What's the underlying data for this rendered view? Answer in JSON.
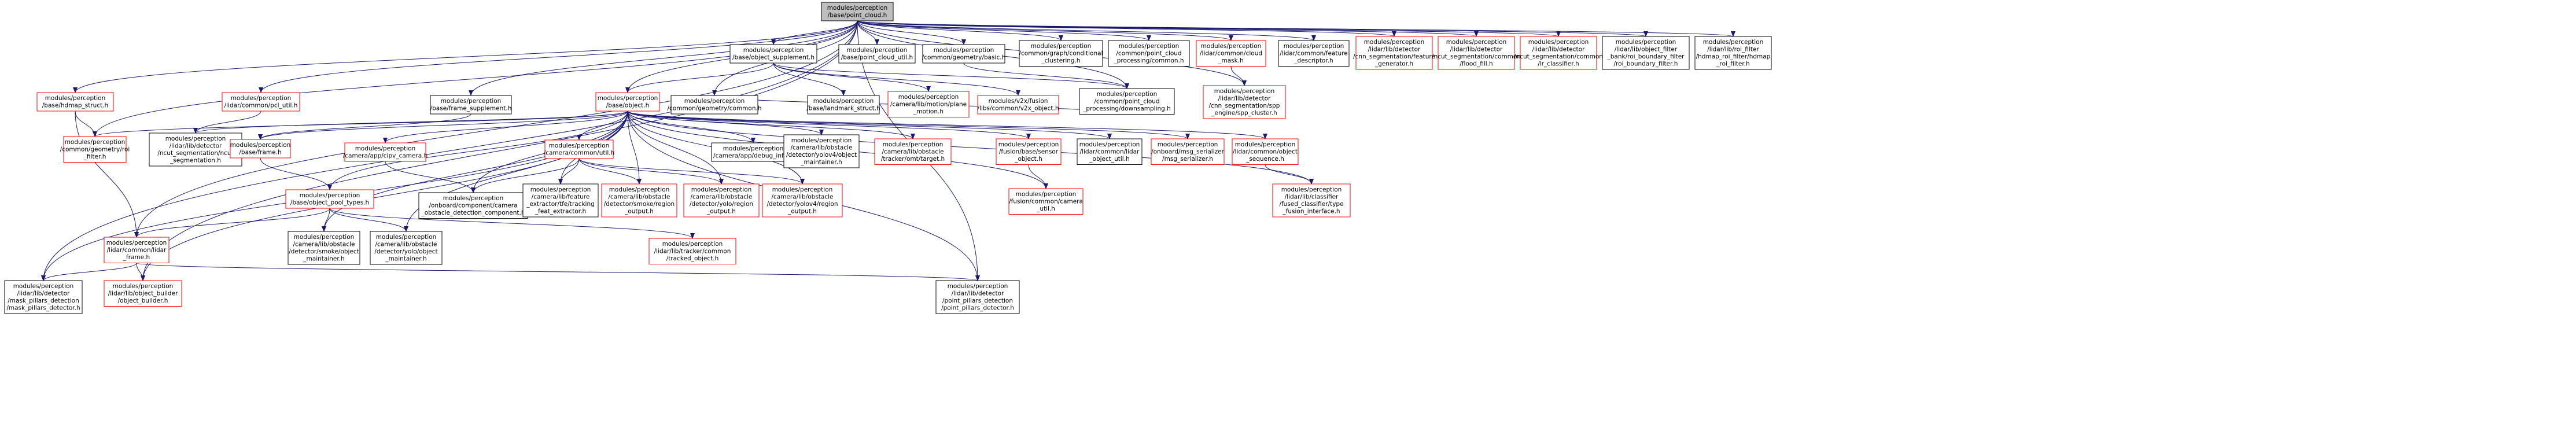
{
  "colors": {
    "edge": "#191970",
    "root_fill": "#bfbfbf",
    "node_fill": "#ffffff",
    "linked_border": "#000000",
    "missing_border": "#ff0000"
  },
  "nodes": [
    {
      "id": "n0",
      "lines": [
        "modules/perception",
        "/base/point_cloud.h"
      ],
      "root": true
    },
    {
      "id": "n1",
      "lines": [
        "modules/perception",
        "/base/object_supplement.h"
      ]
    },
    {
      "id": "n2",
      "lines": [
        "modules/perception",
        "/base/point_cloud_util.h"
      ]
    },
    {
      "id": "n3",
      "lines": [
        "modules/perception",
        "/common/geometry/basic.h"
      ]
    },
    {
      "id": "n4",
      "lines": [
        "modules/perception",
        "/common/graph/conditional",
        "_clustering.h"
      ]
    },
    {
      "id": "n5",
      "lines": [
        "modules/perception",
        "/common/point_cloud",
        "_processing/common.h"
      ]
    },
    {
      "id": "n6",
      "lines": [
        "modules/perception",
        "/lidar/common/cloud",
        "_mask.h"
      ],
      "missing": true
    },
    {
      "id": "n7",
      "lines": [
        "modules/perception",
        "/lidar/common/feature",
        "_descriptor.h"
      ]
    },
    {
      "id": "n8",
      "lines": [
        "modules/perception",
        "/lidar/lib/detector",
        "/cnn_segmentation/feature",
        "_generator.h"
      ],
      "missing": true
    },
    {
      "id": "n9",
      "lines": [
        "modules/perception",
        "/lidar/lib/detector",
        "/ncut_segmentation/common",
        "/flood_fill.h"
      ],
      "missing": true
    },
    {
      "id": "n10",
      "lines": [
        "modules/perception",
        "/lidar/lib/detector",
        "/ncut_segmentation/common",
        "/lr_classifier.h"
      ],
      "missing": true
    },
    {
      "id": "n11",
      "lines": [
        "modules/perception",
        "/lidar/lib/object_filter",
        "_bank/roi_boundary_filter",
        "/roi_boundary_filter.h"
      ]
    },
    {
      "id": "n12",
      "lines": [
        "modules/perception",
        "/lidar/lib/roi_filter",
        "/hdmap_roi_filter/hdmap",
        "_roi_filter.h"
      ]
    },
    {
      "id": "n13",
      "lines": [
        "modules/perception",
        "/base/hdmap_struct.h"
      ],
      "missing": true
    },
    {
      "id": "n14",
      "lines": [
        "modules/perception",
        "/lidar/common/pcl_util.h"
      ],
      "missing": true
    },
    {
      "id": "n15",
      "lines": [
        "modules/perception",
        "/base/frame_supplement.h"
      ]
    },
    {
      "id": "n16",
      "lines": [
        "modules/perception",
        "/base/object.h"
      ],
      "missing": true
    },
    {
      "id": "n17",
      "lines": [
        "modules/perception",
        "/common/geometry/common.h"
      ]
    },
    {
      "id": "n18",
      "lines": [
        "modules/perception",
        "/base/landmark_struct.h"
      ]
    },
    {
      "id": "n19",
      "lines": [
        "modules/perception",
        "/camera/lib/motion/plane",
        "_motion.h"
      ],
      "missing": true
    },
    {
      "id": "n20",
      "lines": [
        "modules/v2x/fusion",
        "/libs/common/v2x_object.h"
      ],
      "missing": true
    },
    {
      "id": "n21",
      "lines": [
        "modules/perception",
        "/common/point_cloud",
        "_processing/downsampling.h"
      ]
    },
    {
      "id": "n22",
      "lines": [
        "modules/perception",
        "/lidar/lib/detector",
        "/cnn_segmentation/spp",
        "_engine/spp_cluster.h"
      ],
      "missing": true
    },
    {
      "id": "n23",
      "lines": [
        "modules/perception",
        "/common/geometry/roi",
        "_filter.h"
      ],
      "missing": true
    },
    {
      "id": "n24",
      "lines": [
        "modules/perception",
        "/lidar/lib/detector",
        "/ncut_segmentation/ncut",
        "_segmentation.h"
      ]
    },
    {
      "id": "n25",
      "lines": [
        "modules/perception",
        "/base/frame.h"
      ],
      "missing": true
    },
    {
      "id": "n26",
      "lines": [
        "modules/perception",
        "/camera/app/cipv_camera.h"
      ],
      "missing": true
    },
    {
      "id": "n27",
      "lines": [
        "modules/perception",
        "/camera/common/util.h"
      ],
      "missing": true
    },
    {
      "id": "n28",
      "lines": [
        "modules/perception",
        "/camera/app/debug_info.h"
      ]
    },
    {
      "id": "n29",
      "lines": [
        "modules/perception",
        "/camera/lib/obstacle",
        "/detector/yolov4/object",
        "_maintainer.h"
      ]
    },
    {
      "id": "n30",
      "lines": [
        "modules/perception",
        "/camera/lib/obstacle",
        "/tracker/omt/target.h"
      ],
      "missing": true
    },
    {
      "id": "n31",
      "lines": [
        "modules/perception",
        "/fusion/base/sensor",
        "_object.h"
      ],
      "missing": true
    },
    {
      "id": "n32",
      "lines": [
        "modules/perception",
        "/lidar/common/lidar",
        "_object_util.h"
      ]
    },
    {
      "id": "n33",
      "lines": [
        "modules/perception",
        "/onboard/msg_serializer",
        "/msg_serializer.h"
      ],
      "missing": true
    },
    {
      "id": "n34",
      "lines": [
        "modules/perception",
        "/lidar/common/object",
        "_sequence.h"
      ],
      "missing": true
    },
    {
      "id": "n35",
      "lines": [
        "modules/perception",
        "/base/object_pool_types.h"
      ],
      "missing": true
    },
    {
      "id": "n36",
      "lines": [
        "modules/perception",
        "/onboard/component/camera",
        "_obstacle_detection_component.h"
      ]
    },
    {
      "id": "n37",
      "lines": [
        "modules/perception",
        "/camera/lib/feature",
        "_extractor/tfe/tracking",
        "_feat_extractor.h"
      ]
    },
    {
      "id": "n38",
      "lines": [
        "modules/perception",
        "/camera/lib/obstacle",
        "/detector/smoke/region",
        "_output.h"
      ],
      "missing": true
    },
    {
      "id": "n39",
      "lines": [
        "modules/perception",
        "/camera/lib/obstacle",
        "/detector/yolo/region",
        "_output.h"
      ],
      "missing": true
    },
    {
      "id": "n40",
      "lines": [
        "modules/perception",
        "/camera/lib/obstacle",
        "/detector/yolov4/region",
        "_output.h"
      ],
      "missing": true
    },
    {
      "id": "n41",
      "lines": [
        "modules/perception",
        "/fusion/common/camera",
        "_util.h"
      ],
      "missing": true
    },
    {
      "id": "n42",
      "lines": [
        "modules/perception",
        "/lidar/lib/classifier",
        "/fused_classifier/type",
        "_fusion_interface.h"
      ],
      "missing": true
    },
    {
      "id": "n43",
      "lines": [
        "modules/perception",
        "/lidar/common/lidar",
        "_frame.h"
      ],
      "missing": true
    },
    {
      "id": "n44",
      "lines": [
        "modules/perception",
        "/camera/lib/obstacle",
        "/detector/smoke/object",
        "_maintainer.h"
      ]
    },
    {
      "id": "n45",
      "lines": [
        "modules/perception",
        "/camera/lib/obstacle",
        "/detector/yolo/object",
        "_maintainer.h"
      ]
    },
    {
      "id": "n46",
      "lines": [
        "modules/perception",
        "/lidar/lib/tracker/common",
        "/tracked_object.h"
      ],
      "missing": true
    },
    {
      "id": "n47",
      "lines": [
        "modules/perception",
        "/lidar/lib/detector",
        "/mask_pillars_detection",
        "/mask_pillars_detector.h"
      ]
    },
    {
      "id": "n48",
      "lines": [
        "modules/perception",
        "/lidar/lib/object_builder",
        "/object_builder.h"
      ],
      "missing": true
    },
    {
      "id": "n49",
      "lines": [
        "modules/perception",
        "/lidar/lib/detector",
        "/point_pillars_detection",
        "/point_pillars_detector.h"
      ]
    }
  ],
  "edges": [
    [
      "n0",
      "n1"
    ],
    [
      "n0",
      "n2"
    ],
    [
      "n0",
      "n3"
    ],
    [
      "n0",
      "n4"
    ],
    [
      "n0",
      "n5"
    ],
    [
      "n0",
      "n6"
    ],
    [
      "n0",
      "n7"
    ],
    [
      "n0",
      "n8"
    ],
    [
      "n0",
      "n9"
    ],
    [
      "n0",
      "n10"
    ],
    [
      "n0",
      "n11"
    ],
    [
      "n0",
      "n12"
    ],
    [
      "n0",
      "n13"
    ],
    [
      "n0",
      "n14"
    ],
    [
      "n0",
      "n15"
    ],
    [
      "n0",
      "n16"
    ],
    [
      "n0",
      "n17"
    ],
    [
      "n0",
      "n21"
    ],
    [
      "n0",
      "n22"
    ],
    [
      "n0",
      "n23"
    ],
    [
      "n0",
      "n43"
    ],
    [
      "n0",
      "n47"
    ],
    [
      "n0",
      "n48"
    ],
    [
      "n0",
      "n49"
    ],
    [
      "n1",
      "n16"
    ],
    [
      "n1",
      "n18"
    ],
    [
      "n1",
      "n19"
    ],
    [
      "n1",
      "n20"
    ],
    [
      "n1",
      "n21"
    ],
    [
      "n3",
      "n21"
    ],
    [
      "n6",
      "n22"
    ],
    [
      "n13",
      "n23"
    ],
    [
      "n13",
      "n43"
    ],
    [
      "n14",
      "n24"
    ],
    [
      "n15",
      "n25"
    ],
    [
      "n16",
      "n23"
    ],
    [
      "n16",
      "n24"
    ],
    [
      "n16",
      "n25"
    ],
    [
      "n16",
      "n26"
    ],
    [
      "n16",
      "n27"
    ],
    [
      "n16",
      "n28"
    ],
    [
      "n16",
      "n29"
    ],
    [
      "n16",
      "n30"
    ],
    [
      "n16",
      "n31"
    ],
    [
      "n16",
      "n32"
    ],
    [
      "n16",
      "n33"
    ],
    [
      "n16",
      "n34"
    ],
    [
      "n16",
      "n35"
    ],
    [
      "n16",
      "n36"
    ],
    [
      "n16",
      "n37"
    ],
    [
      "n16",
      "n38"
    ],
    [
      "n16",
      "n39"
    ],
    [
      "n16",
      "n40"
    ],
    [
      "n16",
      "n41"
    ],
    [
      "n16",
      "n42"
    ],
    [
      "n16",
      "n44"
    ],
    [
      "n16",
      "n45"
    ],
    [
      "n16",
      "n47"
    ],
    [
      "n16",
      "n48"
    ],
    [
      "n16",
      "n49"
    ],
    [
      "n17",
      "n21"
    ],
    [
      "n25",
      "n35"
    ],
    [
      "n26",
      "n36"
    ],
    [
      "n27",
      "n36"
    ],
    [
      "n27",
      "n37"
    ],
    [
      "n27",
      "n38"
    ],
    [
      "n27",
      "n39"
    ],
    [
      "n27",
      "n40"
    ],
    [
      "n31",
      "n41"
    ],
    [
      "n34",
      "n42"
    ],
    [
      "n35",
      "n43"
    ],
    [
      "n35",
      "n44"
    ],
    [
      "n35",
      "n45"
    ],
    [
      "n35",
      "n46"
    ],
    [
      "n43",
      "n47"
    ],
    [
      "n43",
      "n48"
    ],
    [
      "n43",
      "n49"
    ]
  ]
}
